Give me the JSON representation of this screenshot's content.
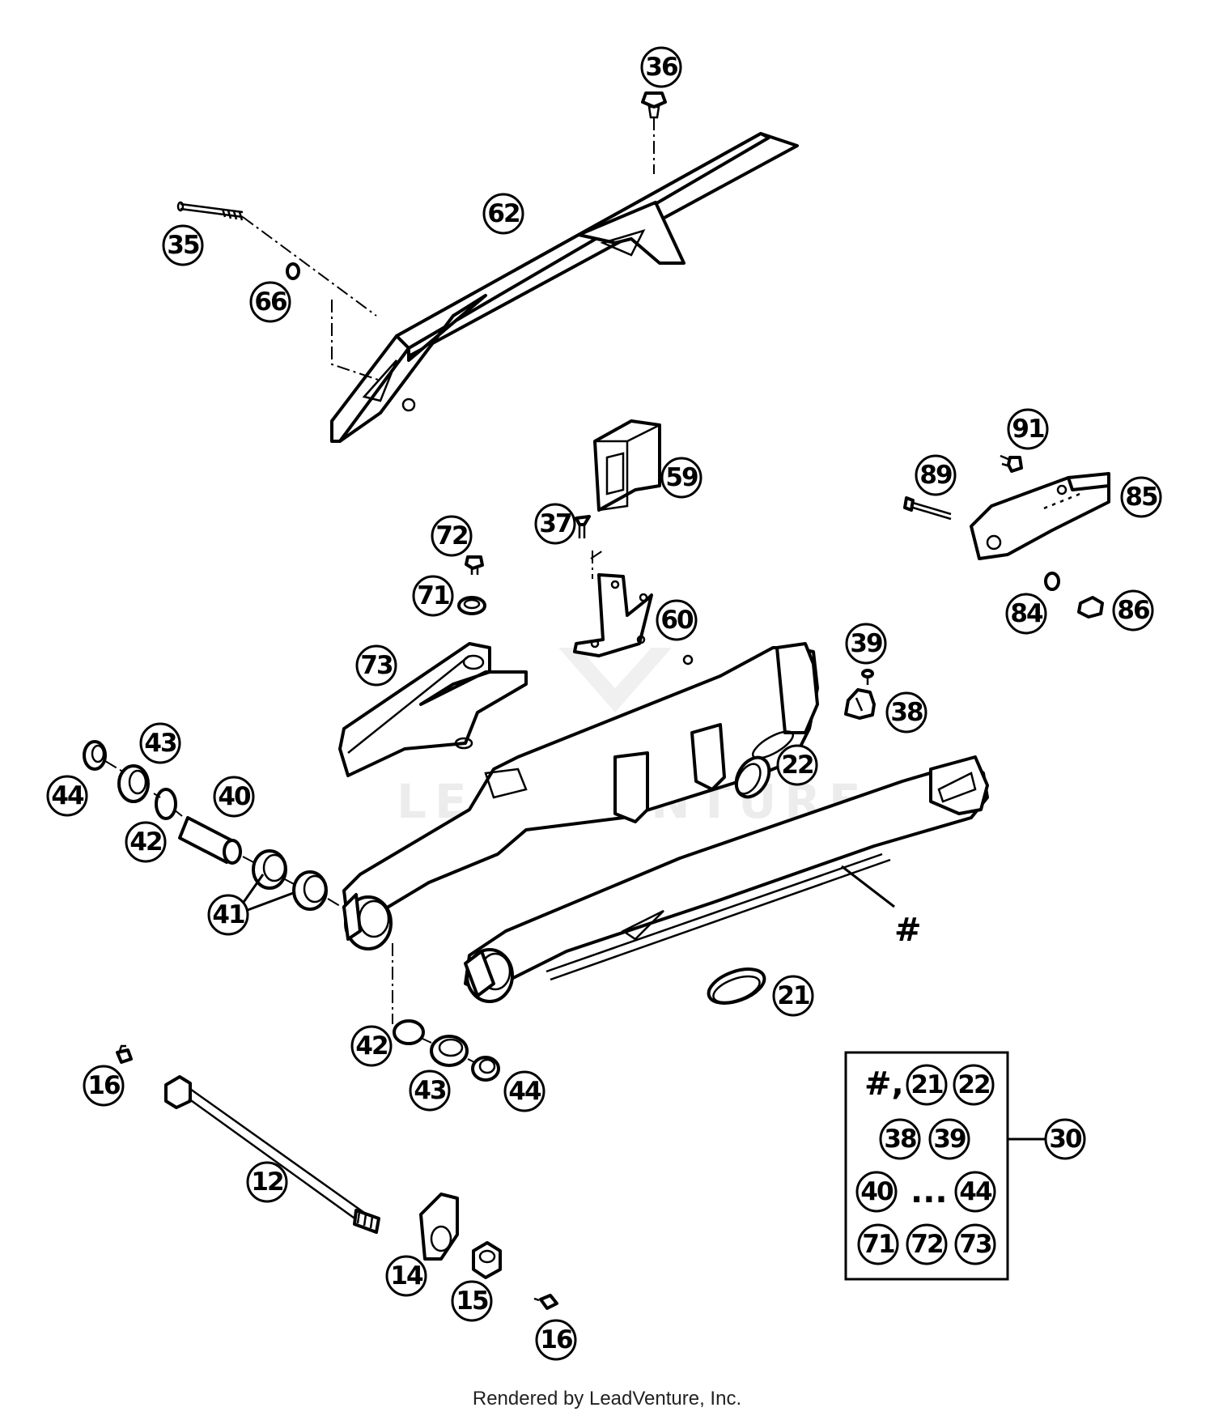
{
  "callouts": {
    "c36": "36",
    "c35": "35",
    "c62": "62",
    "c66": "66",
    "c91": "91",
    "c89": "89",
    "c85": "85",
    "c84": "84",
    "c86": "86",
    "c59": "59",
    "c37": "37",
    "c60": "60",
    "c72": "72",
    "c71": "71",
    "c73": "73",
    "c39": "39",
    "c38": "38",
    "c22": "22",
    "c43a": "43",
    "c44a": "44",
    "c40": "40",
    "c42a": "42",
    "c41": "41",
    "c21": "21",
    "c42b": "42",
    "c43b": "43",
    "c44b": "44",
    "c16a": "16",
    "c12": "12",
    "c14": "14",
    "c15": "15",
    "c16b": "16",
    "c30": "30"
  },
  "swingarm_marker": "#",
  "kit": {
    "hash_label": "#,",
    "ellipsis": "...",
    "k21": "21",
    "k22": "22",
    "k38": "38",
    "k39": "39",
    "k40": "40",
    "k44": "44",
    "k71": "71",
    "k72": "72",
    "k73": "73"
  },
  "watermark": "LEADVENTURE",
  "footer_credit": "Rendered by LeadVenture, Inc."
}
